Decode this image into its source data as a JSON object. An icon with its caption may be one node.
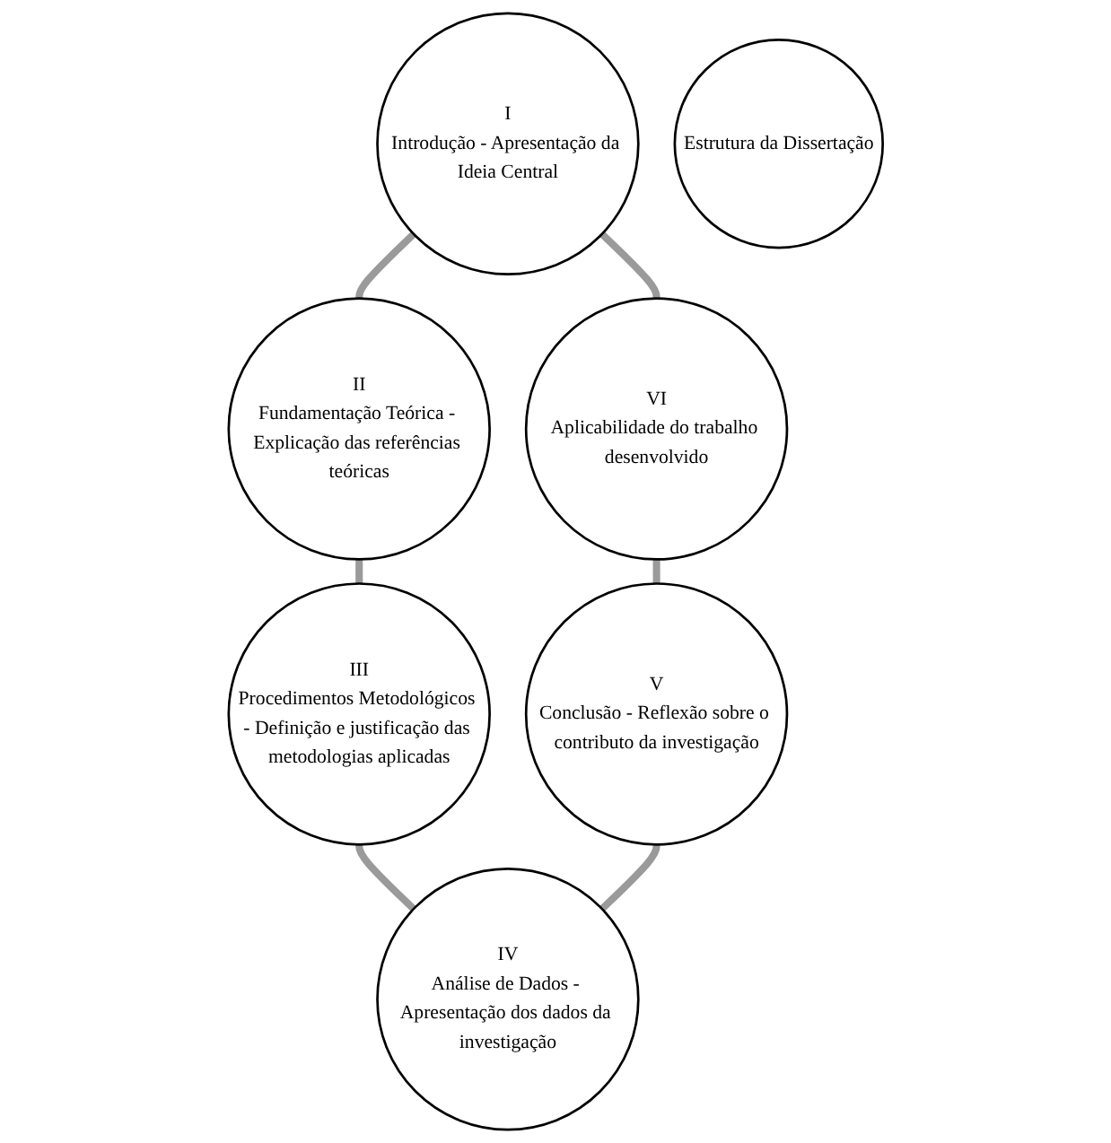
{
  "diagram": {
    "nodes": [
      {
        "text": [
          "I",
          "Introdução - Apresentação da Ideia Central"
        ]
      },
      {
        "text": [
          "II",
          "Fundamentação Teórica - Explicação das referências teóricas"
        ]
      },
      {
        "text": [
          "III",
          "Procedimentos Metodológicos - Definição e justificação das metodologias aplicadas"
        ]
      },
      {
        "text": [
          "IV",
          "Análise de Dados - Apresentação dos dados da investigação"
        ]
      },
      {
        "text": [
          "V",
          "Conclusão - Reflexão sobre o contributo da investigação"
        ]
      },
      {
        "text": [
          "VI",
          "Aplicabilidade do trabalho desenvolvido"
        ]
      },
      {
        "text": [
          "Estrutura da Dissertação"
        ]
      }
    ],
    "edges": [
      {
        "from": 0,
        "to": 1,
        "arrow": "none"
      },
      {
        "from": 1,
        "to": 2,
        "arrow": "none"
      },
      {
        "from": 2,
        "to": 3,
        "arrow": "none"
      },
      {
        "from": 0,
        "to": 5,
        "arrow": "none"
      },
      {
        "from": 5,
        "to": 4,
        "arrow": "none"
      },
      {
        "from": 4,
        "to": 3,
        "arrow": "none"
      }
    ]
  }
}
